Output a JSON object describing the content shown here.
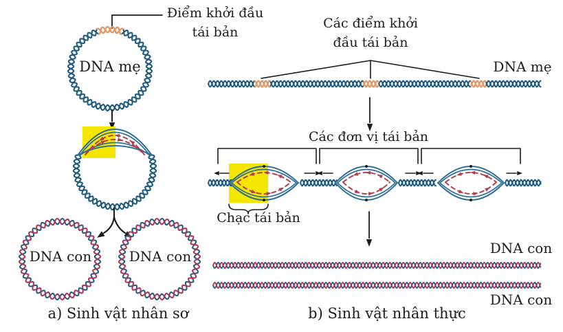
{
  "panel_a": {
    "origin_label": {
      "line1": "Điểm khởi đầu",
      "line2": "tái bản"
    },
    "mother_dna_label": "DNA mẹ",
    "daughter_dna_label_left": "DNA con",
    "daughter_dna_label_right": "DNA con",
    "caption": "a) Sinh vật nhân sơ"
  },
  "panel_b": {
    "origins_label": {
      "line1": "Các điểm khởi",
      "line2": "đầu tái bản"
    },
    "mother_dna_label": "DNA mẹ",
    "units_label": "Các đơn vị tái bản",
    "fork_label": "Chạc tái bản",
    "daughter_dna_label_top": "DNA con",
    "daughter_dna_label_bottom": "DNA con",
    "caption": "b) Sinh vật nhân thực"
  },
  "colors": {
    "helix_blue": "#1f5a7e",
    "bubble_blue": "#2d6f96",
    "origin_orange": "#e39a68",
    "replication_red": "#b04150",
    "daughter_red": "#ab3156",
    "highlight_yellow": "#f5e600",
    "line_black": "#1c1c1c"
  }
}
